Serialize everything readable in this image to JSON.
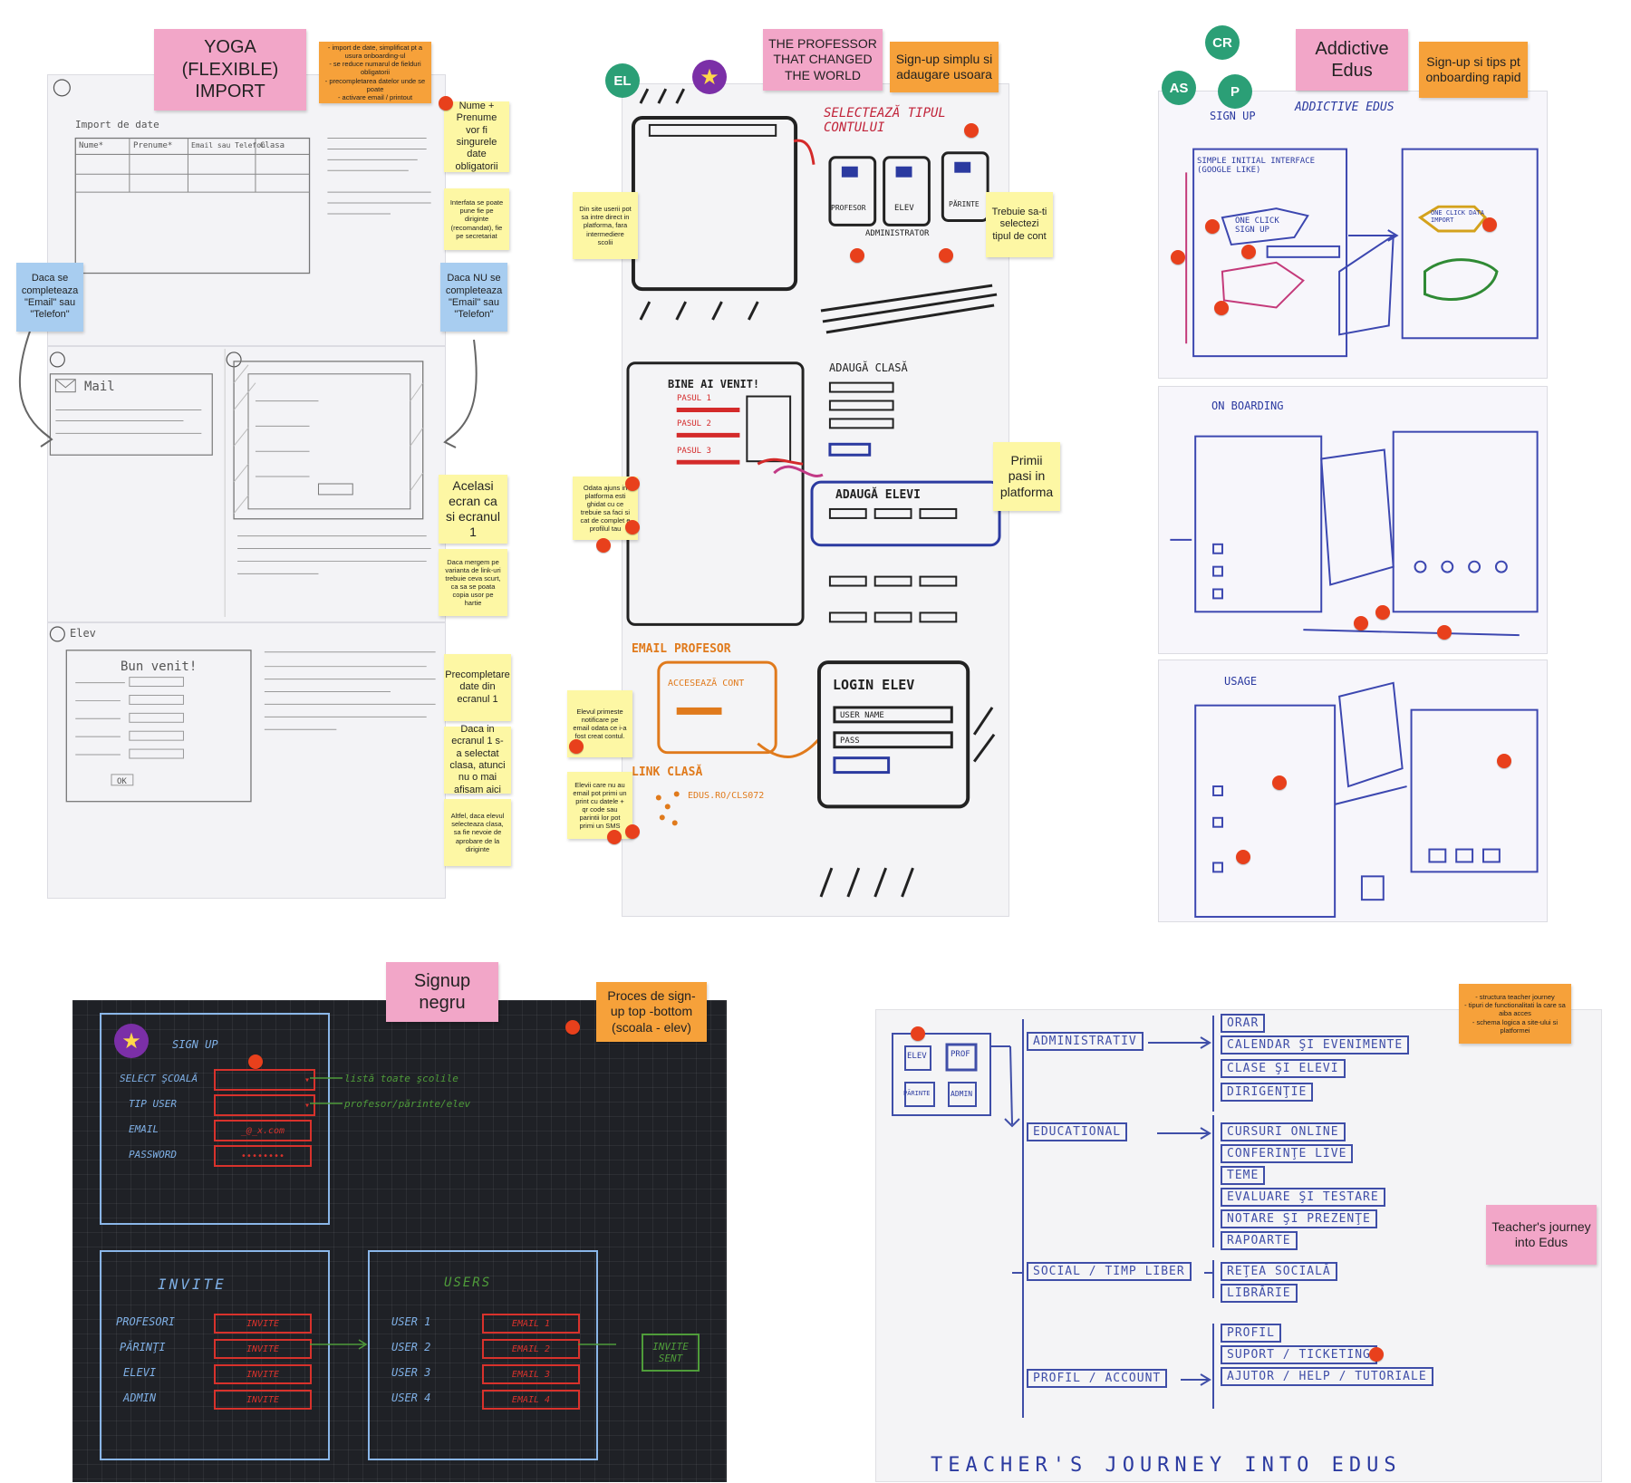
{
  "yoga": {
    "title": "YOGA (FLEXIBLE) IMPORT",
    "summary": "- import de date, simplificat pt a usura onboarding-ul\n- se reduce numarul de fielduri obligatorii\n- precompletarea datelor unde se poate\n- activare email / printout",
    "note_required": "Nume + Prenume vor fi singurele date obligatorii",
    "note_interface": "Interfata se poate pune fie pe diriginte (recomandat), fie pe secretariat",
    "note_email_left": "Daca se completeaza \"Email\" sau \"Telefon\"",
    "note_email_right": "Daca NU se completeaza \"Email\" sau \"Telefon\"",
    "note_same_screen": "Acelasi ecran ca si ecranul 1",
    "note_link": "Daca mergem pe varianta de link-uri trebuie ceva scurt, ca sa se poata copia usor pe hartie",
    "note_prefill": "Precompletare date din ecranul 1",
    "note_class": "Daca in ecranul 1 s-a selectat clasa, atunci nu o mai afisam aici",
    "note_approval": "Altfel, daca elevul selecteaza clasa, sa fie nevoie de aprobare de la diriginte",
    "sketch_import_title": "Import de date",
    "sketch_col_name": "Nume*",
    "sketch_col_surname": "Prenume*",
    "sketch_col_contact": "Email sau Telefon",
    "sketch_col_class": "Clasa",
    "sketch_mail": "Mail",
    "sketch_elev": "Elev",
    "sketch_welcome": "Bun venit!",
    "sketch_ok": "OK"
  },
  "professor": {
    "title": "THE PROFESSOR THAT CHANGED THE WORLD",
    "subtitle": "Sign-up simplu si adaugare usoara",
    "note_site": "Din site userii pot sa intre direct in platforma, fara intermediere scolii",
    "note_account_type": "Trebuie sa-ti selectezi tipul de cont",
    "note_guided": "Odata ajuns in platforma esti ghidat cu ce trebuie sa faci si cat de complet e profilul tau",
    "note_steps": "Primii pasi in platforma",
    "note_notification": "Elevul primeste notificare pe email odata ce i-a fost creat contul.",
    "note_no_email": "Elevii care nu au email pot primi un print cu datele + qr code sau parintii lor pot primi un SMS",
    "sk_select": "SELECTEAZĂ TIPUL CONTULUI",
    "sk_professor": "PROFESOR",
    "sk_elev": "ELEV",
    "sk_parinte": "PĂRINTE",
    "sk_admin": "ADMINISTRATOR",
    "sk_welcome": "BINE AI VENIT!",
    "sk_step1": "PASUL 1",
    "sk_step2": "PASUL 2",
    "sk_step3": "PASUL 3",
    "sk_add_class": "ADAUGĂ CLASĂ",
    "sk_add_students": "ADAUGĂ ELEVI",
    "sk_email_prof": "EMAIL PROFESOR",
    "sk_access": "ACCESEAZĂ CONT",
    "sk_link": "LINK CLASĂ",
    "sk_link_url": "EDUS.RO/CLS072",
    "sk_login": "LOGIN ELEV",
    "sk_user": "USER NAME",
    "sk_pass": "PASS"
  },
  "addictive": {
    "title": "Addictive Edus",
    "subtitle": "Sign-up si tips pt onboarding rapid",
    "sk_signup": "SIGN UP",
    "sk_header": "ADDICTIVE EDUS",
    "sk_onboarding": "ON BOARDING",
    "sk_usage": "USAGE",
    "sk_one_click": "ONE CLICK SIGN UP",
    "sk_google": "SIMPLE INITIAL INTERFACE (GOOGLE LIKE)",
    "sk_import": "ONE CLICK DATA IMPORT"
  },
  "avatars": [
    "EL",
    "CR",
    "AS",
    "P"
  ],
  "signup_negru": {
    "title": "Signup negru",
    "subtitle": "Proces de sign-up top -bottom (scoala - elev)",
    "sk_signup": "SIGN UP",
    "sk_school": "SELECT ŞCOALĂ",
    "sk_user_type": "TIP USER",
    "sk_email": "EMAIL",
    "sk_password": "PASSWORD",
    "sk_email_value": "_@_x.com",
    "sk_password_value": "••••••••",
    "sk_hint_school": "listă toate şcolile",
    "sk_hint_type": "profesor/părinte/elev",
    "sk_invite": "INVITE",
    "sk_roles": [
      "PROFESORI",
      "PĂRINŢI",
      "ELEVI",
      "ADMIN"
    ],
    "sk_invite_btn": "INVITE",
    "sk_users": "USERS",
    "sk_user_rows": [
      "USER 1",
      "USER 2",
      "USER 3",
      "USER 4"
    ],
    "sk_email_rows": [
      "EMAIL 1",
      "EMAIL 2",
      "EMAIL 3",
      "EMAIL 4"
    ],
    "sk_invite_sent": "INVITE SENT"
  },
  "teacher": {
    "note_structure": "- structura teacher journey\n- tipuri de functionalitati la care sa aiba acces\n- schema logica a site-ului si platformei",
    "note_title": "Teacher's journey into Edus",
    "sk_roles": [
      "ELEV",
      "PROF",
      "PĂRINTE",
      "ADMIN"
    ],
    "sk_bottom": "TEACHER'S JOURNEY INTO EDUS",
    "groups": [
      {
        "name": "ADMINISTRATIV",
        "items": [
          "ORAR",
          "CALENDAR ŞI EVENIMENTE",
          "CLASE ŞI ELEVI",
          "DIRIGENŢIE"
        ]
      },
      {
        "name": "EDUCATIONAL",
        "items": [
          "CURSURI ONLINE",
          "CONFERINŢE LIVE",
          "TEME",
          "EVALUARE ŞI TESTARE",
          "NOTARE ŞI PREZENŢE",
          "RAPOARTE"
        ]
      },
      {
        "name": "SOCIAL / TIMP LIBER",
        "items": [
          "REŢEA SOCIALĂ",
          "LIBRĂRIE"
        ]
      },
      {
        "name": "PROFIL / ACCOUNT",
        "items": [
          "PROFIL",
          "SUPORT / TICKETING",
          "AJUTOR / HELP / TUTORIALE"
        ]
      }
    ]
  },
  "colors": {
    "sticky_yellow": "#fdf7a4",
    "sticky_orange": "#f6a13a",
    "sticky_pink": "#f2a6c8",
    "sticky_blue": "#a8cdf0",
    "vote_dot": "#e8401c",
    "avatar": "#2b9f76",
    "star_badge": "#7b2fa7",
    "board_dark": "#1f2126"
  }
}
